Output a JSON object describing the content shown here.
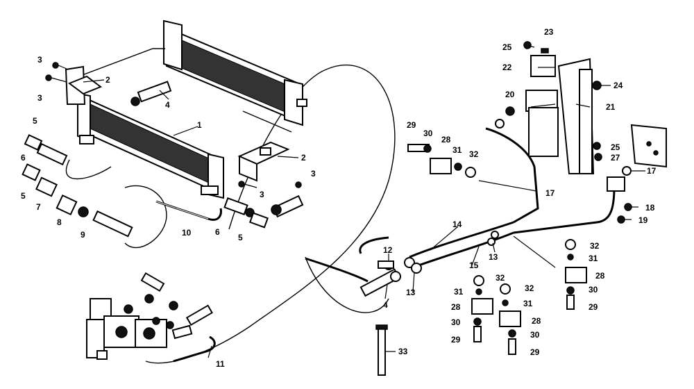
{
  "callouts": {
    "c1": "1",
    "c2a": "2",
    "c2b": "2",
    "c3a": "3",
    "c3b": "3",
    "c3c": "3",
    "c3d": "3",
    "c4a": "4",
    "c4b": "4",
    "c5a": "5",
    "c5b": "5",
    "c5c": "5",
    "c6a": "6",
    "c6b": "6",
    "c7": "7",
    "c8": "8",
    "c9": "9",
    "c10": "10",
    "c11": "11",
    "c12": "12",
    "c13a": "13",
    "c13b": "13",
    "c14": "14",
    "c15": "15",
    "c17a": "17",
    "c17b": "17",
    "c18": "18",
    "c19": "19",
    "c20": "20",
    "c21": "21",
    "c22": "22",
    "c23": "23",
    "c24": "24",
    "c25a": "25",
    "c25b": "25",
    "c27": "27",
    "c28a": "28",
    "c28b": "28",
    "c28c": "28",
    "c28d": "28",
    "c29a": "29",
    "c29b": "29",
    "c29c": "29",
    "c29d": "29",
    "c30a": "30",
    "c30b": "30",
    "c30c": "30",
    "c30d": "30",
    "c31a": "31",
    "c31b": "31",
    "c31c": "31",
    "c31d": "31",
    "c32a": "32",
    "c32b": "32",
    "c32c": "32",
    "c32d": "32",
    "c33": "33"
  }
}
